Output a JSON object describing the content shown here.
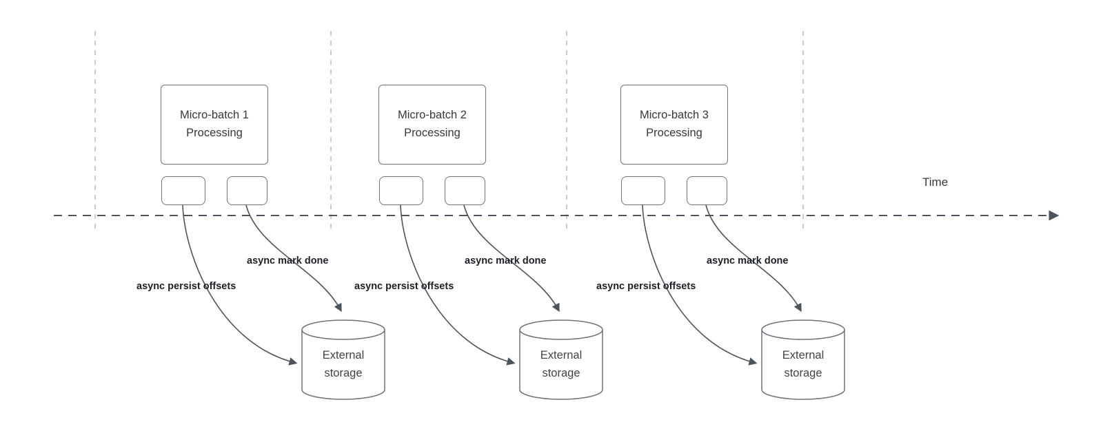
{
  "diagram": {
    "time_label": "Time",
    "colors": {
      "stroke": "#545b64",
      "gridline": "#b9bcc1",
      "box_border": "#6d7278",
      "text": "#383838",
      "bold_label": "#1c2026"
    },
    "groups": [
      {
        "batch_label": "Micro-batch 1\nProcessing",
        "persist_label": "async persist offsets",
        "mark_done_label": "async mark done",
        "storage_label": "External\nstorage"
      },
      {
        "batch_label": "Micro-batch 2\nProcessing",
        "persist_label": "async persist offsets",
        "mark_done_label": "async mark done",
        "storage_label": "External\nstorage"
      },
      {
        "batch_label": "Micro-batch 3\nProcessing",
        "persist_label": "async persist offsets",
        "mark_done_label": "async mark done",
        "storage_label": "External\nstorage"
      }
    ]
  }
}
